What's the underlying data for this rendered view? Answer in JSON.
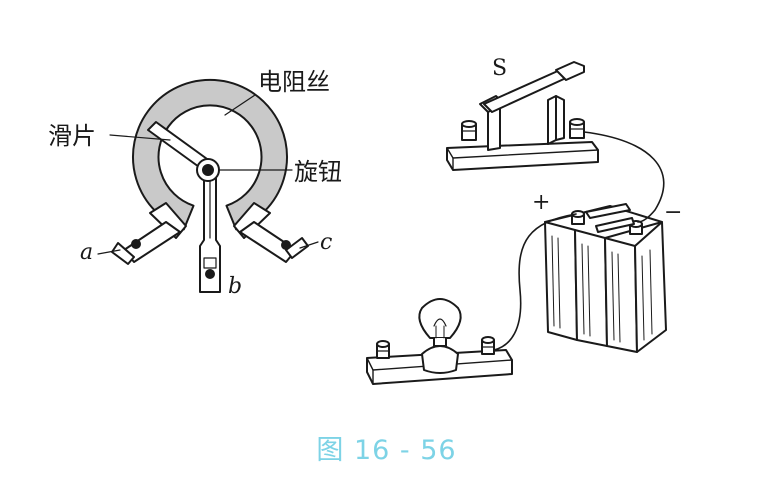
{
  "labels": {
    "wire": "电阻丝",
    "slider": "滑片",
    "knob": "旋钮",
    "terminal_a": "a",
    "terminal_b": "b",
    "terminal_c": "c",
    "switch": "S",
    "plus": "+",
    "minus": "−"
  },
  "caption": "图 16 - 56",
  "colors": {
    "ink": "#1a1a1a",
    "ring_fill": "#c9c9c9",
    "caption": "#7dd3e6",
    "paper": "#ffffff"
  }
}
